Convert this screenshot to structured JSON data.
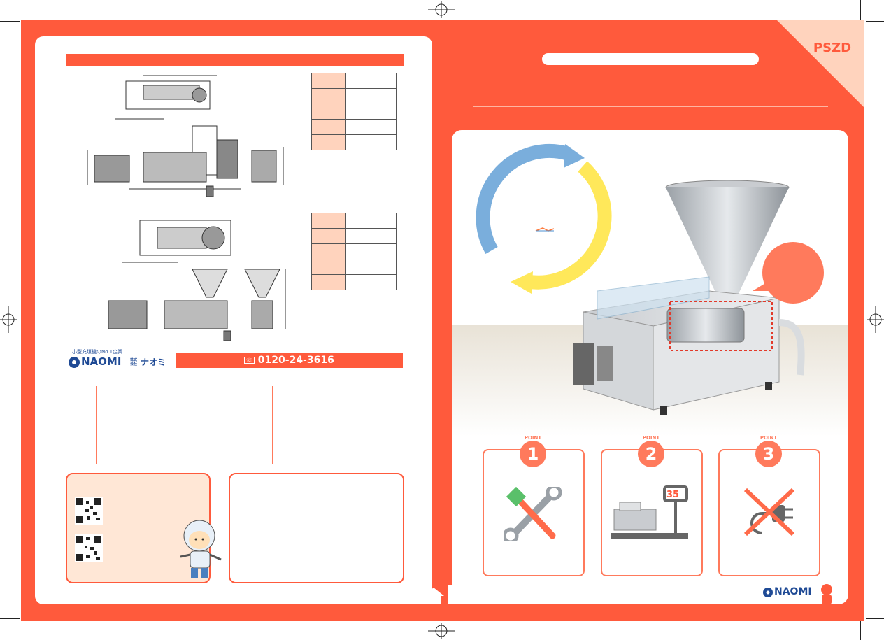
{
  "model": "PSZD",
  "phone": "0120-24-3616",
  "logo": {
    "tagline": "小型充填機のNo.1企業",
    "brand": "NAOMI",
    "company_prefix": "株式会社",
    "company_kana": "ナオミ"
  },
  "points": [
    {
      "label": "POINT",
      "number": "1",
      "icon": "tools-icon"
    },
    {
      "label": "POINT",
      "number": "2",
      "icon": "scale-icon"
    },
    {
      "label": "POINT",
      "number": "3",
      "icon": "no-plug-icon"
    }
  ],
  "scale_readout": "35",
  "footer_brand": "NAOMI",
  "colors": {
    "brand": "#ff5a3c",
    "accent_light": "#ffd3bd",
    "navy": "#1f4a95",
    "cycle_blue": "#7aaedc",
    "cycle_yellow": "#ffe85a"
  }
}
